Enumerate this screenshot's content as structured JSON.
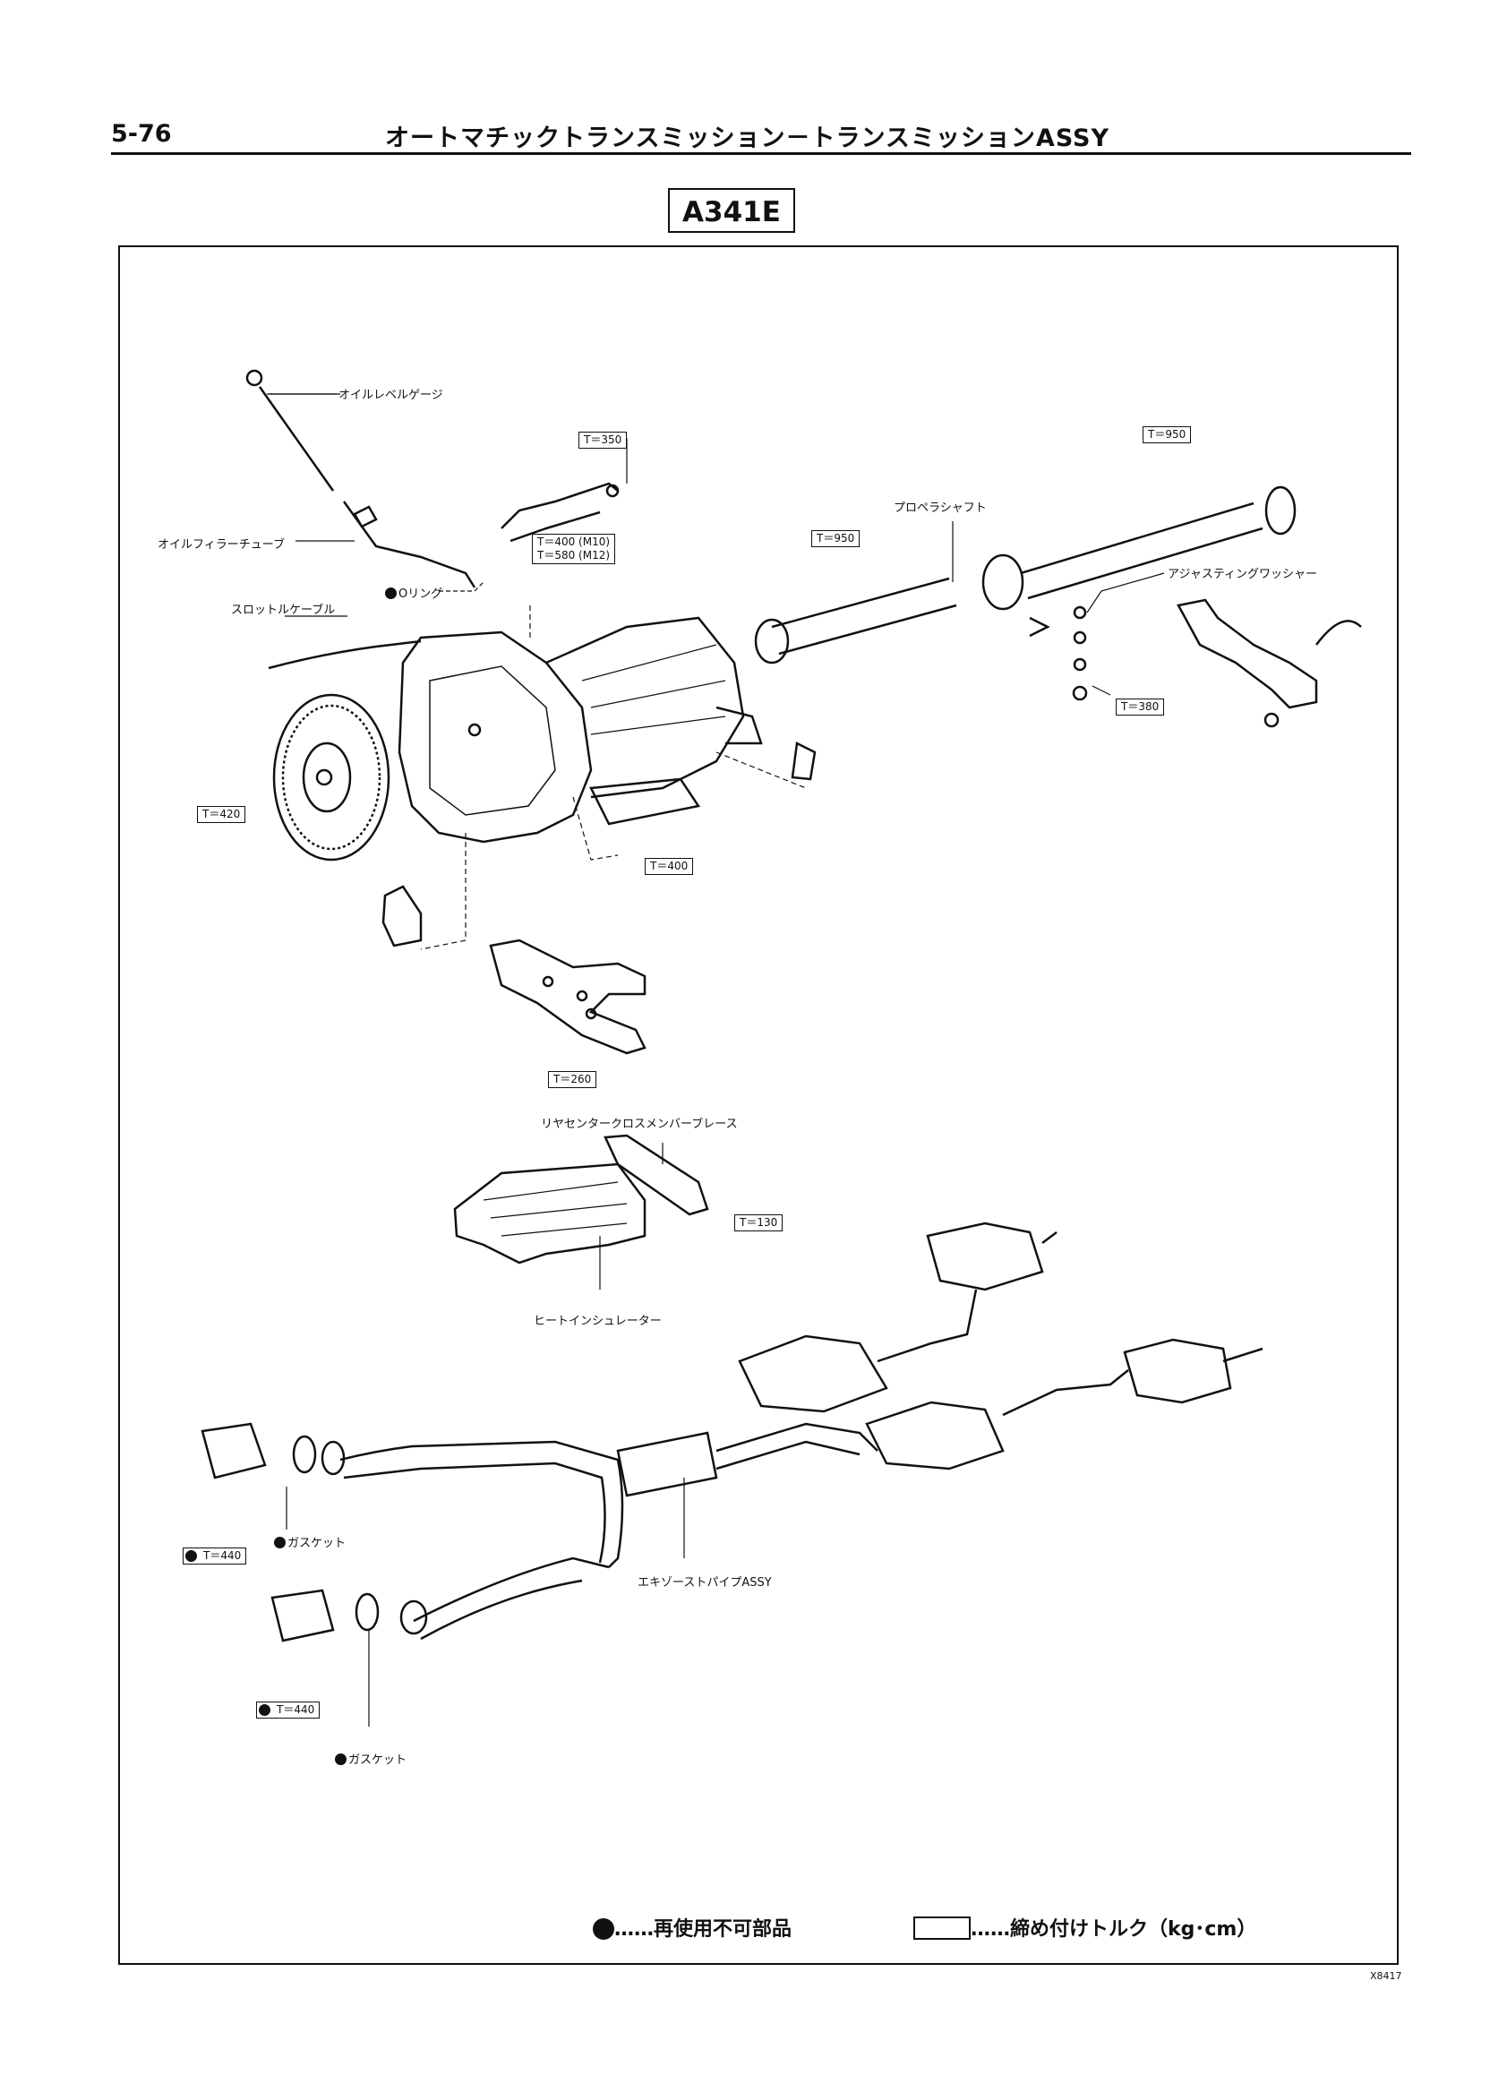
{
  "header": {
    "page_number": "5-76",
    "title": "オートマチックトランスミッション－トランスミッションASSY",
    "model": "A341E"
  },
  "labels": {
    "oil_level_gauge": "オイルレベルゲージ",
    "oil_filler_tube": "オイルフィラーチューブ",
    "o_ring": "Oリング",
    "throttle_cable": "スロットルケーブル",
    "propeller_shaft": "プロペラシャフト",
    "adjusting_washer": "アジャスティングワッシャー",
    "rear_center_crossmember_brace": "リヤセンタークロスメンバーブレース",
    "heat_insulator": "ヒートインシュレーター",
    "gasket_1": "ガスケット",
    "gasket_2": "ガスケット",
    "exhaust_pipe_assy": "エキゾーストパイプASSY"
  },
  "torques": {
    "t350": "T＝350",
    "t400_m10": "T＝400 (M10)",
    "t580_m12": "T＝580 (M12)",
    "t950_front": "T＝950",
    "t950_rear": "T＝950",
    "t380": "T＝380",
    "t420": "T＝420",
    "t400": "T＝400",
    "t260": "T＝260",
    "t130": "T＝130",
    "t440_a": "T＝440",
    "t440_b": "T＝440"
  },
  "legend": {
    "non_reusable": "……再使用不可部品",
    "torque": "……締め付けトルク（kg･cm）"
  },
  "figure_code": "X8417"
}
